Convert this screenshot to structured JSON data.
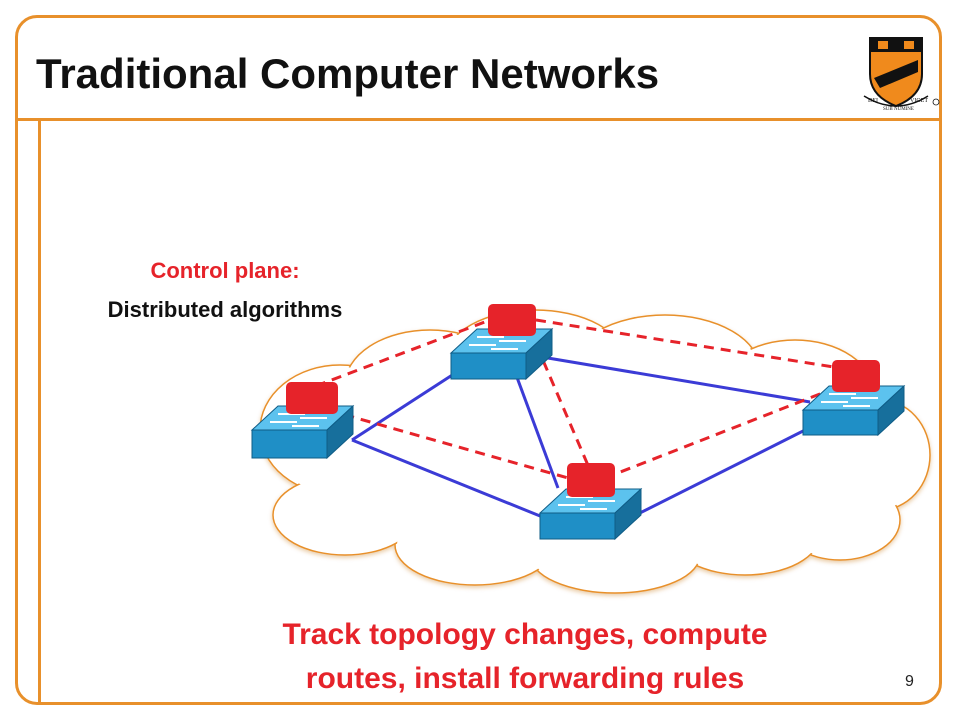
{
  "slide": {
    "title": "Traditional Computer Networks",
    "page_number": "9"
  },
  "logo": {
    "motto_left": "DEI",
    "motto_mid": "SUB NUMINE",
    "motto_right": "VIGET"
  },
  "control_plane": {
    "title": "Control plane:",
    "subtitle": "Distributed algorithms"
  },
  "caption": {
    "line1": "Track topology changes, compute",
    "line2": "routes, install forwarding rules"
  },
  "colors": {
    "accent": "#e8902b",
    "control_red": "#e6232a",
    "link_blue": "#3b3bd6",
    "switch_blue": "#2aa0d8"
  }
}
